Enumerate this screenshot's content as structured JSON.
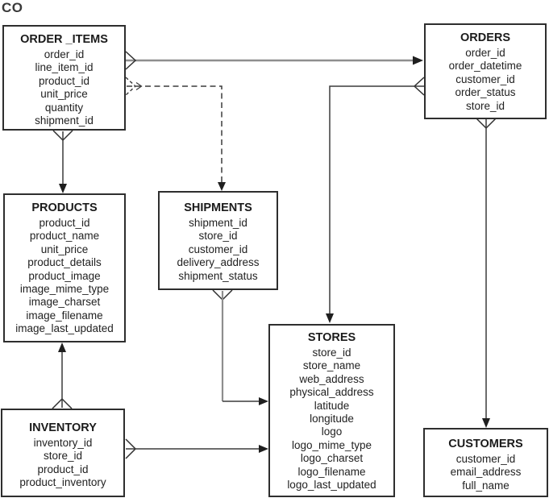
{
  "schema_label": "CO",
  "diagram": {
    "entities": {
      "order_items": {
        "title": "ORDER _ITEMS",
        "fields": [
          "order_id",
          "line_item_id",
          "product_id",
          "unit_price",
          "quantity",
          "shipment_id"
        ]
      },
      "orders": {
        "title": "ORDERS",
        "fields": [
          "order_id",
          "order_datetime",
          "customer_id",
          "order_status",
          "store_id"
        ]
      },
      "products": {
        "title": "PRODUCTS",
        "fields": [
          "product_id",
          "product_name",
          "unit_price",
          "product_details",
          "product_image",
          "image_mime_type",
          "image_charset",
          "image_filename",
          "image_last_updated"
        ]
      },
      "shipments": {
        "title": "SHIPMENTS",
        "fields": [
          "shipment_id",
          "store_id",
          "customer_id",
          "delivery_address",
          "shipment_status"
        ]
      },
      "stores": {
        "title": "STORES",
        "fields": [
          "store_id",
          "store_name",
          "web_address",
          "physical_address",
          "latitude",
          "longitude",
          "logo",
          "logo_mime_type",
          "logo_charset",
          "logo_filename",
          "logo_last_updated"
        ]
      },
      "inventory": {
        "title": "INVENTORY",
        "fields": [
          "inventory_id",
          "store_id",
          "product_id",
          "product_inventory"
        ]
      },
      "customers": {
        "title": "CUSTOMERS",
        "fields": [
          "customer_id",
          "email_address",
          "full_name"
        ]
      }
    },
    "relationships": [
      {
        "from": "ORDER_ITEMS",
        "to": "ORDERS",
        "style": "solid"
      },
      {
        "from": "ORDER_ITEMS",
        "to": "SHIPMENTS",
        "style": "dashed"
      },
      {
        "from": "ORDER_ITEMS",
        "to": "PRODUCTS",
        "style": "solid"
      },
      {
        "from": "ORDERS",
        "to": "STORES",
        "style": "solid"
      },
      {
        "from": "ORDERS",
        "to": "CUSTOMERS",
        "style": "solid"
      },
      {
        "from": "SHIPMENTS",
        "to": "STORES",
        "style": "solid"
      },
      {
        "from": "INVENTORY",
        "to": "PRODUCTS",
        "style": "solid"
      },
      {
        "from": "INVENTORY",
        "to": "STORES",
        "style": "solid"
      }
    ],
    "colors": {
      "background": "#ffffff",
      "box_border": "#2e2e2e",
      "box_fill": "#ffffff",
      "text": "#1e1e1e",
      "line": "#3b3b3b",
      "line_gray": "#8e8e8e",
      "arrowhead": "#1f1f1f"
    }
  }
}
